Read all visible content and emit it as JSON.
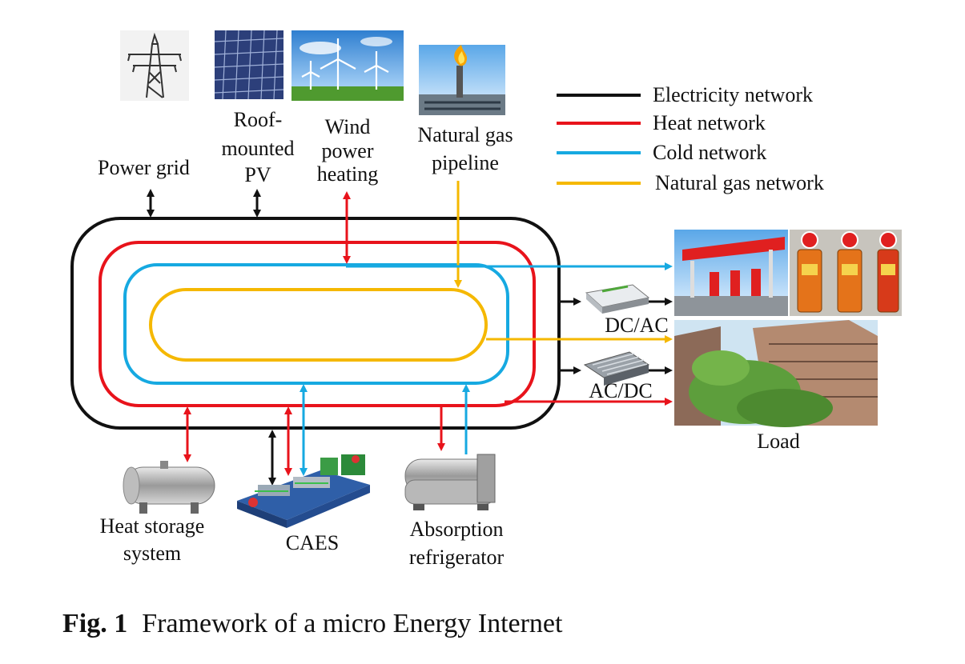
{
  "legend": [
    {
      "label": "Electricity network",
      "color": "#111111"
    },
    {
      "label": "Heat network",
      "color": "#e8131b"
    },
    {
      "label": "Cold network",
      "color": "#16a9e1"
    },
    {
      "label": "Natural gas network",
      "color": "#f5b800"
    }
  ],
  "sources": {
    "power_grid": "Power grid",
    "pv_line1": "Roof-",
    "pv_line2": "mounted",
    "pv_line3": "PV",
    "wind_line1": "Wind",
    "wind_line2": "power",
    "wind_line3": "heating",
    "gas_line1": "Natural gas",
    "gas_line2": "pipeline"
  },
  "devices": {
    "heat_storage_line1": "Heat storage",
    "heat_storage_line2": "system",
    "caes": "CAES",
    "absorption_line1": "Absorption",
    "absorption_line2": "refrigerator",
    "dcac": "DC/AC",
    "acdc": "AC/DC",
    "load": "Load"
  },
  "caption": {
    "prefix": "Fig. 1",
    "text": "Framework of a micro Energy Internet"
  },
  "icons": {
    "pylon": "transmission-tower-icon",
    "pv": "solar-panel-icon",
    "wind": "wind-turbine-icon",
    "gas": "gas-flame-icon",
    "tank": "storage-tank-icon",
    "caes": "caes-plant-icon",
    "chiller": "absorption-chiller-icon",
    "inverter": "inverter-icon",
    "converter": "converter-icon",
    "station": "gas-station-icon",
    "buildings": "residential-buildings-icon"
  }
}
